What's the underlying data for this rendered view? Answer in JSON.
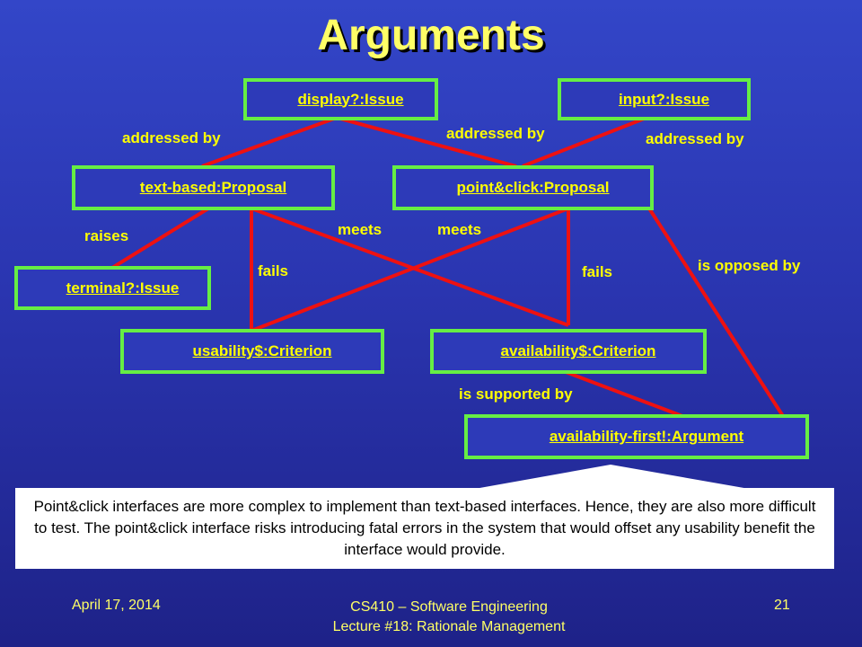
{
  "title": "Arguments",
  "nodes": {
    "display_issue": "display?:Issue",
    "input_issue": "input?:Issue",
    "text_proposal": "text-based:Proposal",
    "point_proposal": "point&click:Proposal",
    "terminal_issue": "terminal?:Issue",
    "usability_criterion": "usability$:Criterion",
    "availability_criterion": "availability$:Criterion",
    "argument": "availability-first!:Argument"
  },
  "edge_labels": {
    "addressed_by_left": "addressed by",
    "addressed_by_mid": "addressed by",
    "addressed_by_right": "addressed by",
    "raises": "raises",
    "meets_left": "meets",
    "meets_right": "meets",
    "fails_left": "fails",
    "fails_right": "fails",
    "is_opposed_by": "is opposed by",
    "is_supported_by": "is supported by"
  },
  "note": "Point&click interfaces are more complex to implement than text-based interfaces. Hence, they are also more difficult to test. The point&click interface risks introducing fatal errors in the system that would offset any usability benefit the interface would provide.",
  "footer": {
    "date": "April 17, 2014",
    "course_line1": "CS410 – Software Engineering",
    "course_line2": "Lecture #18: Rationale Management",
    "page": "21"
  },
  "colors": {
    "edge": "#ee1111",
    "node_border": "#66ee44",
    "label": "#ffff00"
  }
}
